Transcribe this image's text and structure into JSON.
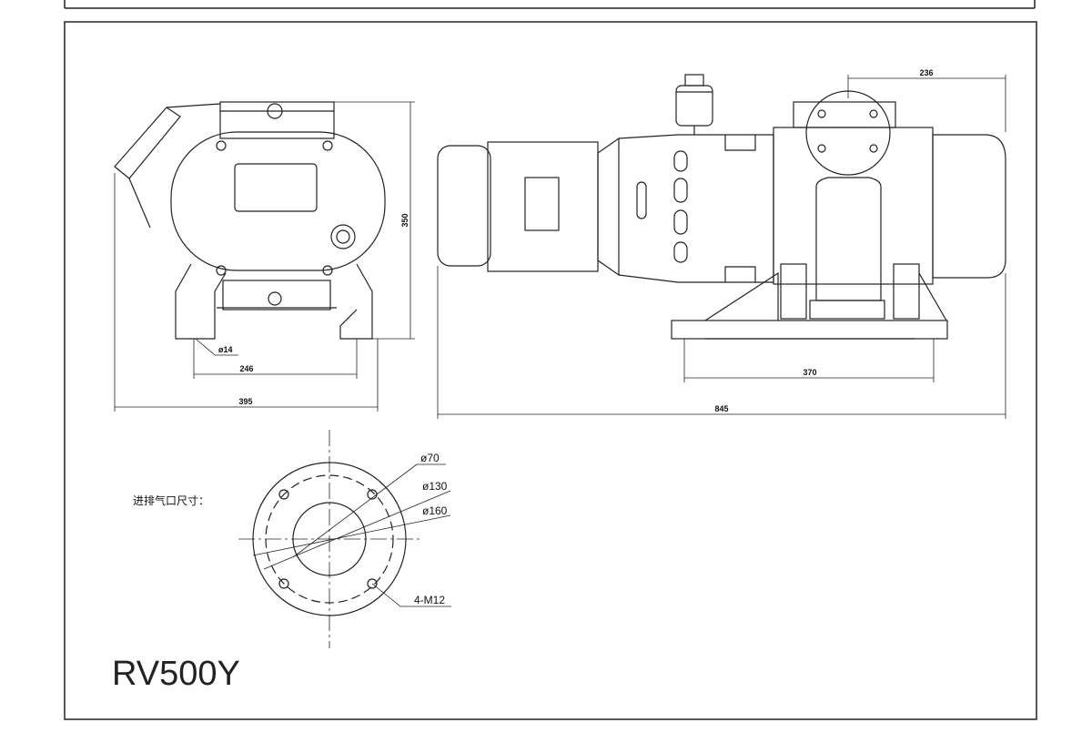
{
  "drawing": {
    "model": "RV500Y",
    "side_view": {
      "width": "395",
      "foot_span": "246",
      "height": "350",
      "hole_dia": "ø14"
    },
    "front_view": {
      "total_length": "845",
      "base_length": "370",
      "flange_offset": "236"
    },
    "flange": {
      "title": "进排气口尺寸：",
      "d_inner": "ø70",
      "d_bolt_circle": "ø130",
      "d_outer": "ø160",
      "bolts": "4-M12"
    }
  }
}
